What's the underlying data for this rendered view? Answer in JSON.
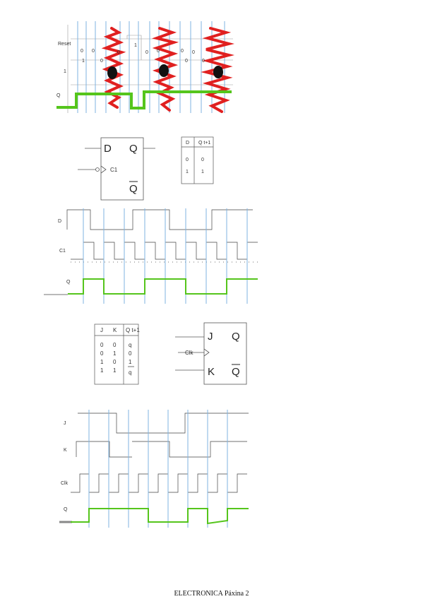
{
  "colors": {
    "blue_marker": "#7fb3e0",
    "green_output": "#55c51c",
    "red_scribble": "#e02020",
    "black_ink": "#111111",
    "signal_line": "#444444"
  },
  "diagram1": {
    "label_reset": "Reset",
    "label_1": "1",
    "label_q": "Q",
    "note_digits": [
      "0",
      "0",
      "0",
      "1",
      "0",
      "0",
      "0",
      "0",
      "1",
      "0",
      "0",
      "0"
    ]
  },
  "d_flipflop": {
    "in_d": "D",
    "in_clk": "C1",
    "out_q": "Q",
    "out_qbar": "Q"
  },
  "d_table": {
    "headers": [
      "D",
      "Q t+1"
    ],
    "rows": [
      [
        "0",
        "0"
      ],
      [
        "1",
        "1"
      ]
    ]
  },
  "diagram2": {
    "label_d": "D",
    "label_c1": "C1",
    "label_q": "Q"
  },
  "jk_table": {
    "headers": [
      "J",
      "K",
      "Q t+1"
    ],
    "rows": [
      [
        "0",
        "0",
        "q"
      ],
      [
        "0",
        "1",
        "0"
      ],
      [
        "1",
        "0",
        "1"
      ],
      [
        "1",
        "1",
        "q"
      ]
    ]
  },
  "jk_flipflop": {
    "in_j": "J",
    "in_clk": "Clk",
    "in_k": "K",
    "out_q": "Q",
    "out_qbar": "Q"
  },
  "diagram3": {
    "label_j": "J",
    "label_k": "K",
    "label_clk": "Clk",
    "label_q": "Q"
  },
  "footer": {
    "text": "ELECTRONICA Páxina 2"
  }
}
